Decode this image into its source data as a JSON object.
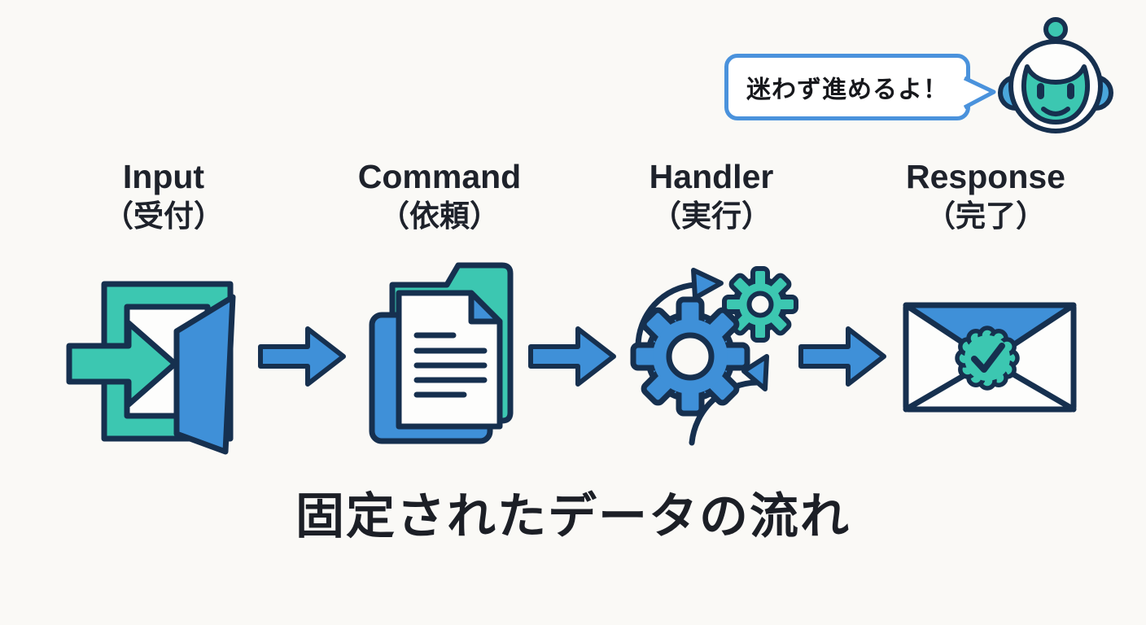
{
  "palette": {
    "teal": "#3cc7b1",
    "blue": "#3f90d8",
    "ear_blue": "#4aa6da",
    "outline_navy": "#16304f",
    "bubble_border": "#4a92dc",
    "text": "#1e222b",
    "background": "#faf9f6"
  },
  "mascot": {
    "speech_text": "迷わず進めるよ！",
    "icon": "robot-mascot-icon"
  },
  "stages": [
    {
      "name": "Input",
      "subtitle": "（受付）",
      "icon": "door-entry-icon"
    },
    {
      "name": "Command",
      "subtitle": "（依頼）",
      "icon": "documents-icon"
    },
    {
      "name": "Handler",
      "subtitle": "（実行）",
      "icon": "gears-process-icon"
    },
    {
      "name": "Response",
      "subtitle": "（完了）",
      "icon": "envelope-check-icon"
    }
  ],
  "connectors": {
    "style": "right-arrow",
    "count": 3
  },
  "caption": "固定されたデータの流れ"
}
